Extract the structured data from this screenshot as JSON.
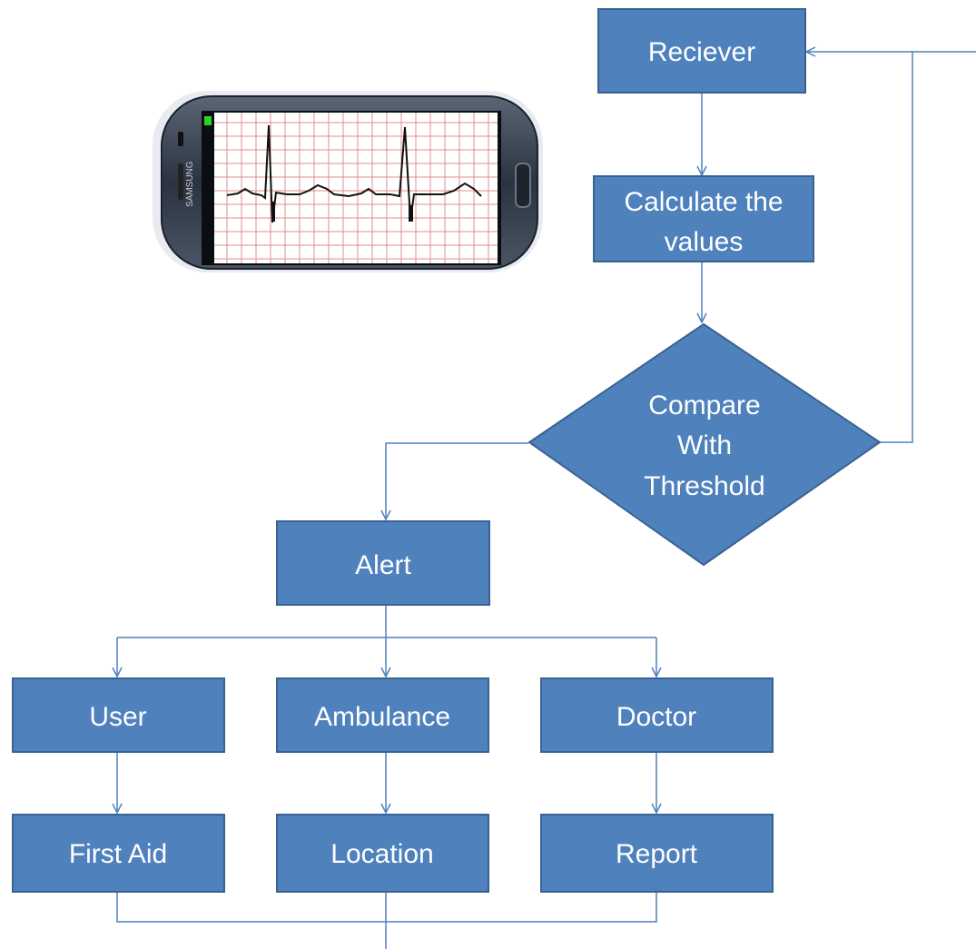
{
  "nodes": {
    "receiver": "Reciever",
    "calculate_line1": "Calculate the",
    "calculate_line2": "values",
    "compare_line1": "Compare",
    "compare_line2": "With",
    "compare_line3": "Threshold",
    "alert": "Alert",
    "user": "User",
    "ambulance": "Ambulance",
    "doctor": "Doctor",
    "first_aid": "First Aid",
    "location": "Location",
    "report": "Report"
  },
  "phone": {
    "brand_text": "SAMSUNG"
  },
  "colors": {
    "box_fill": "#4F81BD",
    "box_stroke": "#3A6291",
    "connector": "#4F81BD",
    "text": "#FFFFFF"
  }
}
